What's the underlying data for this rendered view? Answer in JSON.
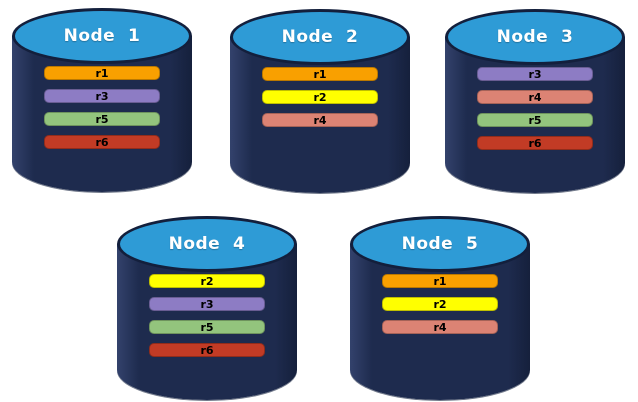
{
  "palette": {
    "background": "#FFFFFF",
    "cylinder_body": "#1E2B4E",
    "cylinder_outline": "#131F3C",
    "cylinder_top": "#2E9BD6",
    "title_color": "#FFFFFF",
    "bar_label_color": "#000000",
    "replica_colors": {
      "r1": "#F9A000",
      "r2": "#FFFF00",
      "r3": "#8D7CC4",
      "r4": "#DC8374",
      "r5": "#93C47D",
      "r6": "#C23B25"
    }
  },
  "nodes": [
    {
      "title": "Node  1",
      "replicas": [
        "r1",
        "r3",
        "r5",
        "r6"
      ]
    },
    {
      "title": "Node  2",
      "replicas": [
        "r1",
        "r2",
        "r4"
      ]
    },
    {
      "title": "Node  3",
      "replicas": [
        "r3",
        "r4",
        "r5",
        "r6"
      ]
    },
    {
      "title": "Node  4",
      "replicas": [
        "r2",
        "r3",
        "r5",
        "r6"
      ]
    },
    {
      "title": "Node  5",
      "replicas": [
        "r1",
        "r2",
        "r4"
      ]
    }
  ]
}
